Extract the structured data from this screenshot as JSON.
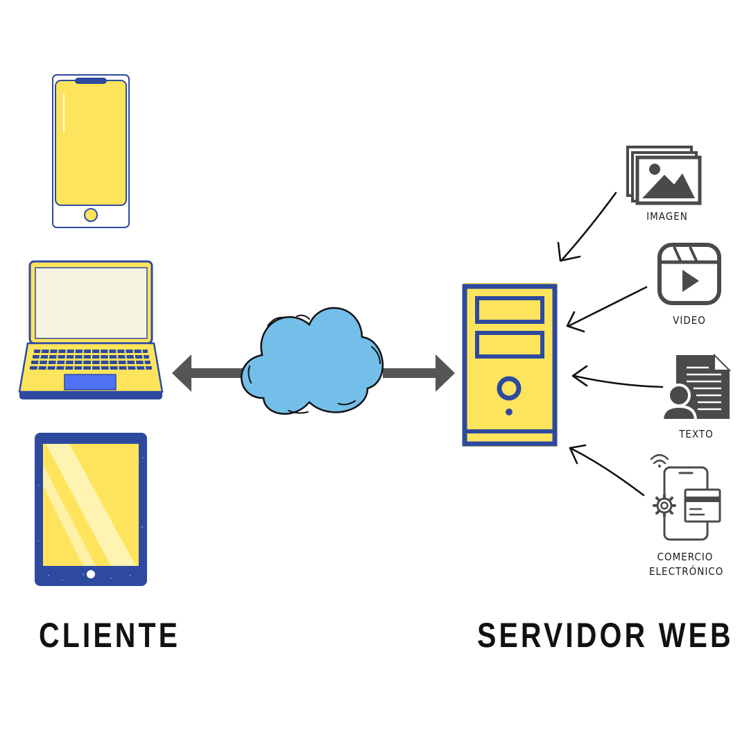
{
  "client_label": "CLIENTE",
  "server_label": "SERVIDOR WEB",
  "content_types": [
    {
      "label": "IMAGEN",
      "icon": "image-icon"
    },
    {
      "label": "VIDEO",
      "icon": "video-icon"
    },
    {
      "label": "TEXTO",
      "icon": "text-document-icon"
    },
    {
      "label": "COMERCIO ELECTRÓNICO",
      "icon": "ecommerce-icon"
    }
  ],
  "colors": {
    "yellow": "#FDE45C",
    "navy": "#2E4A9E",
    "cloud": "#74BFEA",
    "arrow": "#555555",
    "icon_gray": "#4a4a4a"
  }
}
